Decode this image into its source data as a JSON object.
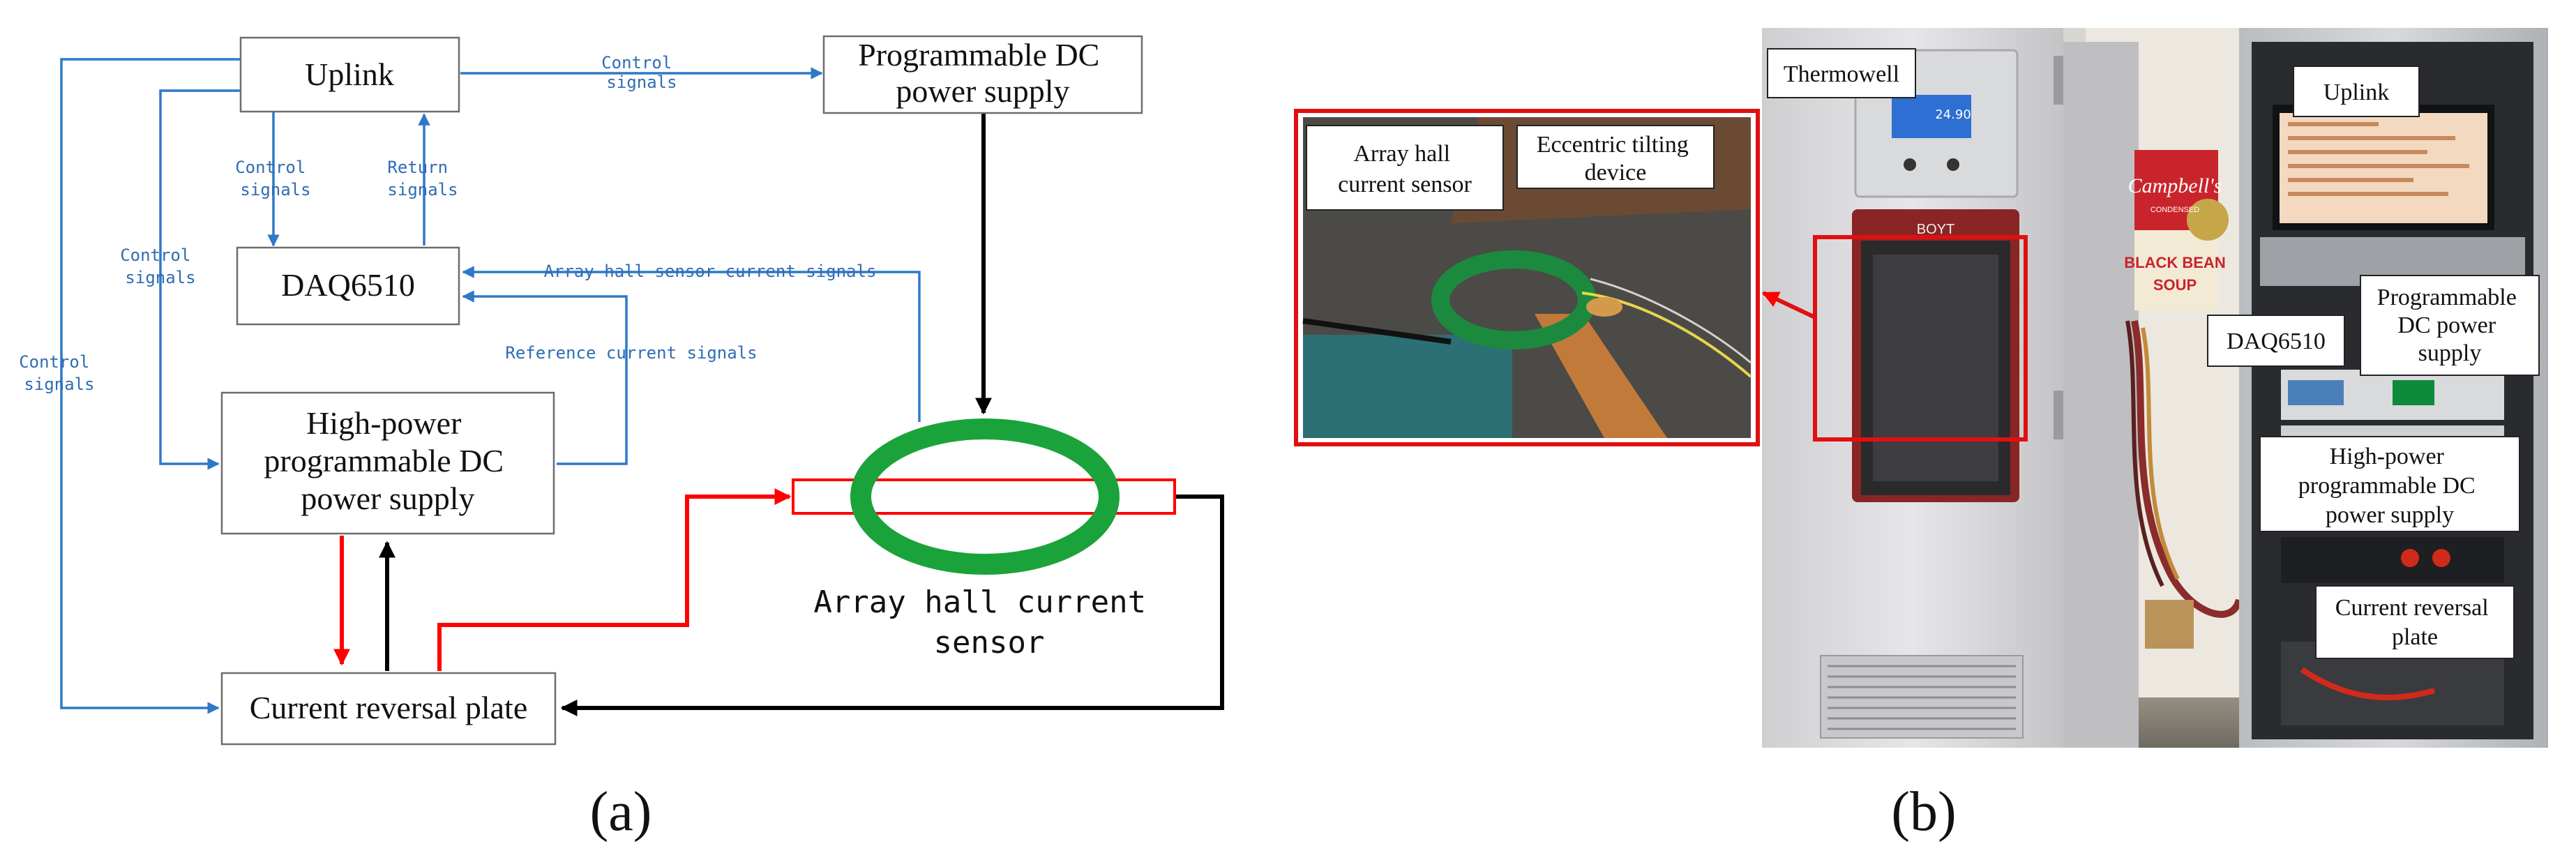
{
  "diagram": {
    "boxes": {
      "uplink": [
        "Uplink"
      ],
      "prog_dc": [
        "Programmable DC",
        "power supply"
      ],
      "daq": [
        "DAQ6510"
      ],
      "hp_dc": [
        "High-power",
        "programmable DC",
        "power supply"
      ],
      "reversal": [
        "Current reversal plate"
      ]
    },
    "signal_labels": {
      "control_top": [
        "Control",
        "signals"
      ],
      "control_mid": [
        "Control",
        "signals"
      ],
      "return_mid": [
        "Return",
        "signals"
      ],
      "control_left1": [
        "Control",
        "signals"
      ],
      "control_left2": [
        "Control",
        "signals"
      ],
      "array_current": "Array hall sensor current signals",
      "reference_current": "Reference current signals"
    },
    "sensor_label": [
      "Array hall current",
      "sensor"
    ],
    "colors": {
      "control_arrows": "#2f78c8",
      "sensor_ring": "#1aa33a",
      "current_out": "#ff0000",
      "current_return": "#000000"
    }
  },
  "photo": {
    "callouts": {
      "thermowell": [
        "Thermowell"
      ],
      "array_sensor": [
        "Array hall",
        "current sensor"
      ],
      "tilting": [
        "Eccentric tilting",
        "device"
      ],
      "uplink": [
        "Uplink"
      ],
      "daq": [
        "DAQ6510"
      ],
      "prog_dc": [
        "Programmable",
        "DC power",
        "supply"
      ],
      "hp_dc": [
        "High-power",
        "programmable DC",
        "power supply"
      ],
      "reversal": [
        "Current reversal",
        "plate"
      ]
    },
    "screen_reading": "24.90",
    "chamber_brand": "BOYT",
    "can_text": "Campbell's",
    "can_subtext": "CONDENSED",
    "can_bottom_text": "BLACK BEAN",
    "can_soup": "SOUP",
    "highlight_color": "#e01010"
  },
  "panel_labels": {
    "a": "(a)",
    "b": "(b)"
  }
}
